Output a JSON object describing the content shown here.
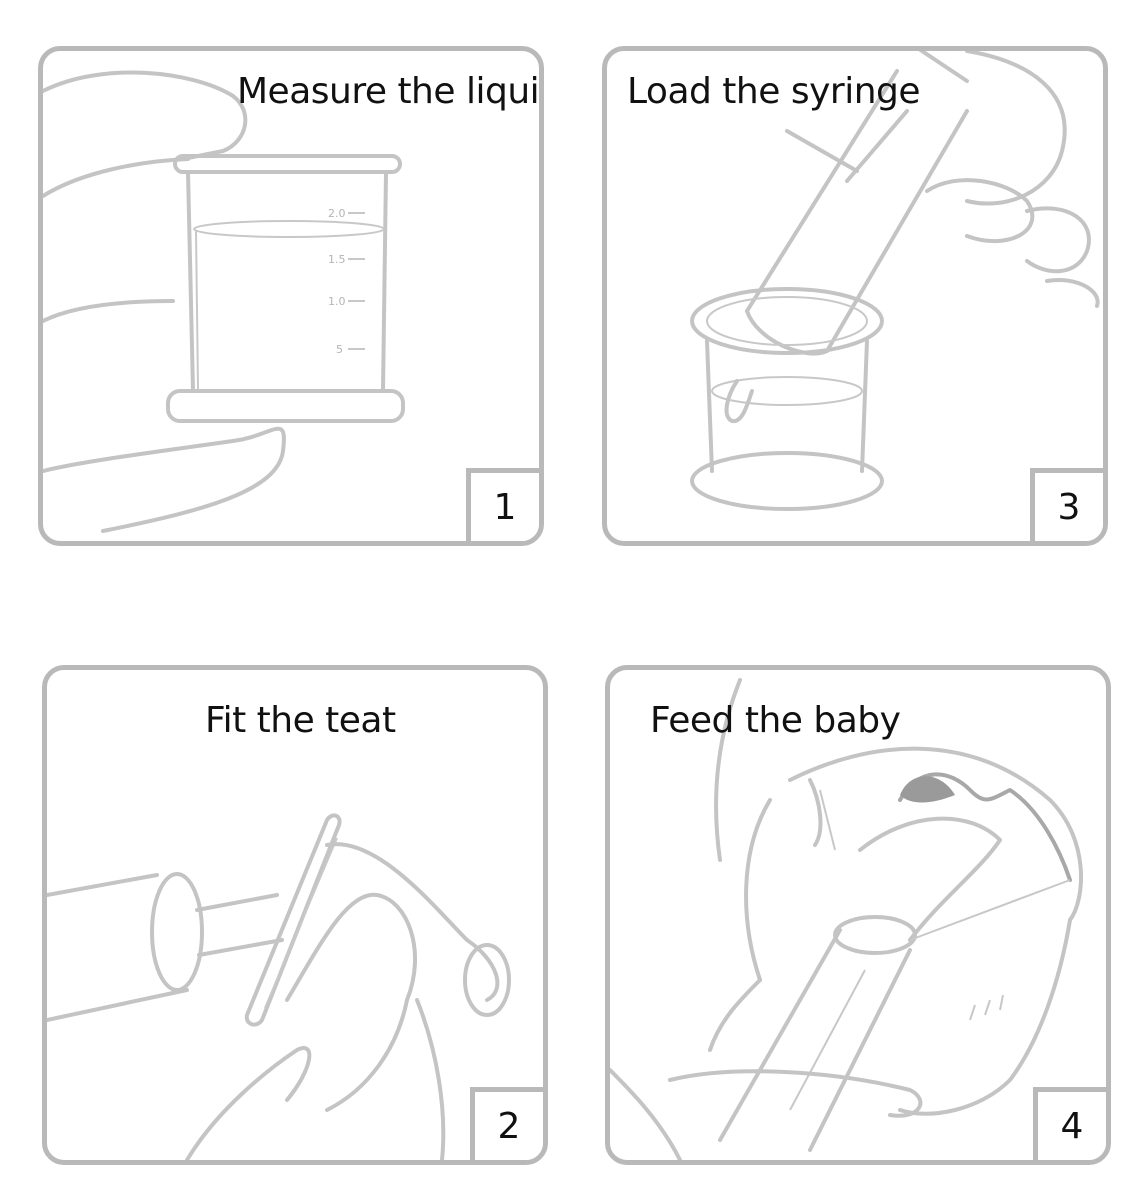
{
  "panels": [
    {
      "title": "Measure the liquid",
      "step": "1"
    },
    {
      "title": "Load the syringe",
      "step": "3"
    },
    {
      "title": "Fit the teat",
      "step": "2"
    },
    {
      "title": "Feed the baby",
      "step": "4"
    }
  ],
  "measure_cup_ticks": [
    "2.0",
    "1.5",
    "1.0",
    "5"
  ],
  "colors": {
    "outline": "#b9b9b9",
    "drawing": "#c4c4c4",
    "text": "#111111"
  }
}
